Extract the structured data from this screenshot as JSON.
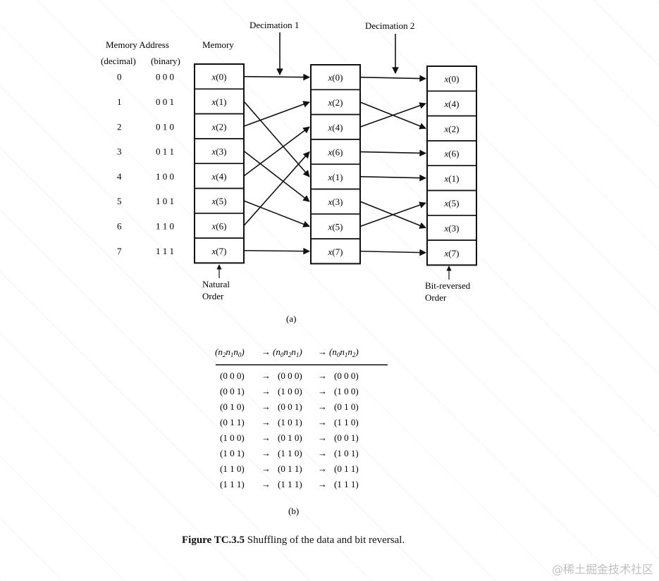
{
  "header": {
    "memory_address": "Memory Address",
    "decimal": "(decimal)",
    "binary": "(binary)",
    "memory": "Memory",
    "decimation1": "Decimation 1",
    "decimation2": "Decimation 2"
  },
  "addresses": [
    {
      "dec": "0",
      "bin": "0 0 0"
    },
    {
      "dec": "1",
      "bin": "0 0 1"
    },
    {
      "dec": "2",
      "bin": "0 1 0"
    },
    {
      "dec": "3",
      "bin": "0 1 1"
    },
    {
      "dec": "4",
      "bin": "1 0 0"
    },
    {
      "dec": "5",
      "bin": "1 0 1"
    },
    {
      "dec": "6",
      "bin": "1 1 0"
    },
    {
      "dec": "7",
      "bin": "1 1 1"
    }
  ],
  "stage0": [
    "x(0)",
    "x(1)",
    "x(2)",
    "x(3)",
    "x(4)",
    "x(5)",
    "x(6)",
    "x(7)"
  ],
  "stage1": [
    "x(0)",
    "x(2)",
    "x(4)",
    "x(6)",
    "x(1)",
    "x(3)",
    "x(5)",
    "x(7)"
  ],
  "stage2": [
    "x(0)",
    "x(4)",
    "x(2)",
    "x(6)",
    "x(1)",
    "x(5)",
    "x(3)",
    "x(7)"
  ],
  "connections1": [
    [
      0,
      0
    ],
    [
      1,
      4
    ],
    [
      2,
      1
    ],
    [
      3,
      5
    ],
    [
      4,
      2
    ],
    [
      5,
      6
    ],
    [
      6,
      3
    ],
    [
      7,
      7
    ]
  ],
  "connections2": [
    [
      0,
      0
    ],
    [
      1,
      2
    ],
    [
      2,
      1
    ],
    [
      3,
      3
    ],
    [
      4,
      4
    ],
    [
      5,
      6
    ],
    [
      6,
      5
    ],
    [
      7,
      7
    ]
  ],
  "natural_order": [
    "Natural",
    "Order"
  ],
  "bit_reversed_order": [
    "Bit-reversed",
    "Order"
  ],
  "label_a": "(a)",
  "label_b": "(b)",
  "table": {
    "headers": [
      "(n2n1n0)",
      "(n0n2n1)",
      "(n0n1n2)"
    ],
    "arrow": "→",
    "rows": [
      [
        "(0 0 0)",
        "(0 0 0)",
        "(0 0 0)"
      ],
      [
        "(0 0 1)",
        "(1 0 0)",
        "(1 0 0)"
      ],
      [
        "(0 1 0)",
        "(0 0 1)",
        "(0 1 0)"
      ],
      [
        "(0 1 1)",
        "(1 0 1)",
        "(1 1 0)"
      ],
      [
        "(1 0 0)",
        "(0 1 0)",
        "(0 0 1)"
      ],
      [
        "(1 0 1)",
        "(1 1 0)",
        "(1 0 1)"
      ],
      [
        "(1 1 0)",
        "(0 1 1)",
        "(0 1 1)"
      ],
      [
        "(1 1 1)",
        "(1 1 1)",
        "(1 1 1)"
      ]
    ]
  },
  "caption": {
    "figure_label": "Figure TC.3.5",
    "text": " Shuffling of the data and bit reversal."
  },
  "watermark": "@稀土掘金技术社区"
}
